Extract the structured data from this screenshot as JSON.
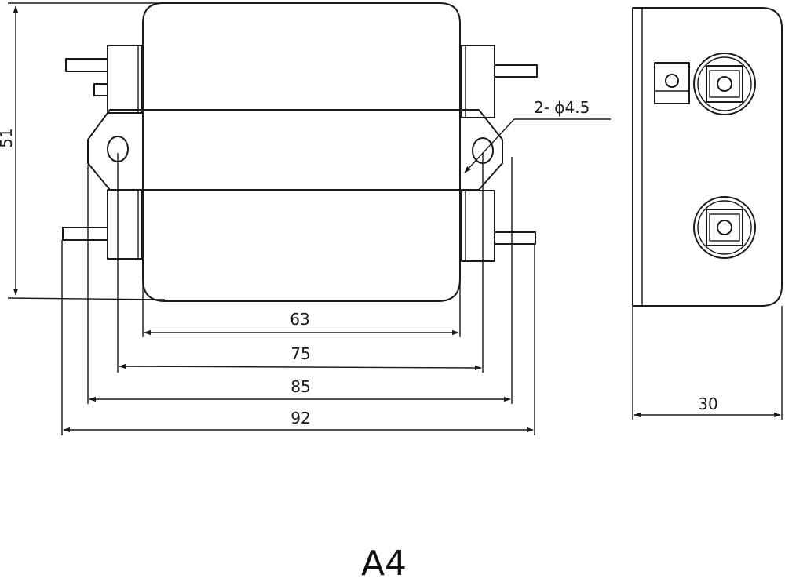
{
  "dimensions": {
    "height": "51",
    "d63": "63",
    "d75": "75",
    "d85": "85",
    "d92": "92",
    "depth": "30",
    "hole": "2- ϕ4.5"
  },
  "caption": "A4"
}
